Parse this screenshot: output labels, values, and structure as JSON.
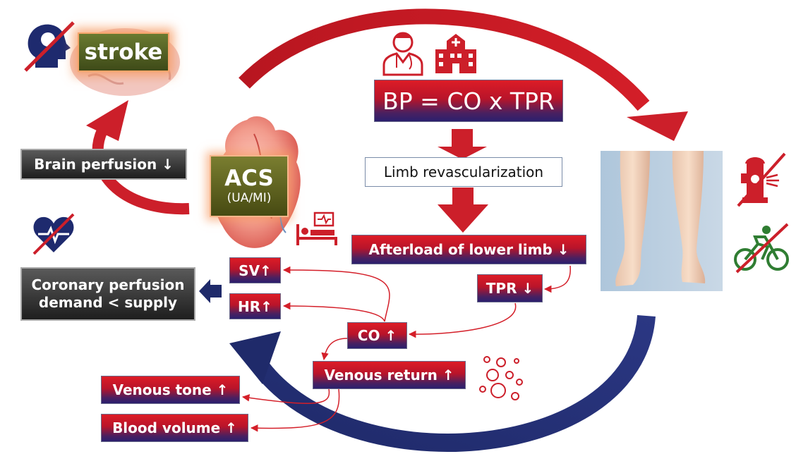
{
  "title_formula": "BP = CO x TPR",
  "nodes": {
    "stroke": "stroke",
    "acs": "ACS",
    "acs_sub": "(UA/MI)",
    "limb_revascularization": "Limb revascularization",
    "afterload": "Afterload of lower limb ↓",
    "tpr": "TPR ↓",
    "co": "CO ↑",
    "venous_return": "Venous return ↑",
    "venous_tone": "Venous tone ↑",
    "blood_volume": "Blood volume ↑",
    "sv": "SV↑",
    "hr": "HR↑",
    "brain_perfusion": "Brain perfusion ↓",
    "coronary_line1": "Coronary perfusion",
    "coronary_line2": "demand < supply"
  },
  "icons": [
    "brain-head-crossed-icon",
    "doctor-icon",
    "hospital-icon",
    "heart-icon",
    "bed-icon",
    "heart-rate-crossed-icon",
    "fire-hydrant-crossed-icon",
    "cyclist-crossed-icon",
    "bubbles-icon",
    "legs-photo"
  ],
  "colors": {
    "red": "#cc1f2a",
    "navy": "#1e2a6e",
    "darkred": "#a3141c"
  }
}
